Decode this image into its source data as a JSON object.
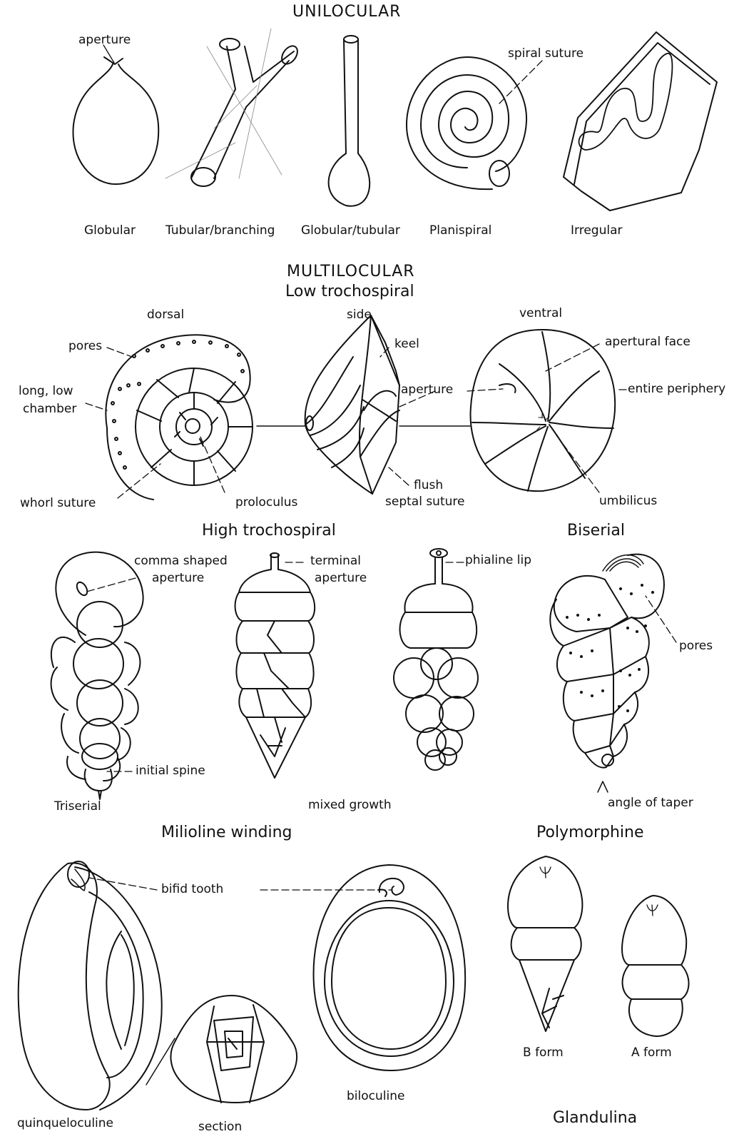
{
  "unilocular": {
    "heading": "UNILOCULAR",
    "callouts": {
      "aperture": "aperture",
      "spiral_suture": "spiral suture"
    },
    "captions": [
      "Globular",
      "Tubular/branching",
      "Globular/tubular",
      "Planispiral",
      "Irregular"
    ]
  },
  "multilocular": {
    "heading": "MULTILOCULAR",
    "low_trochospiral": {
      "title": "Low trochospiral",
      "views": {
        "dorsal": "dorsal",
        "side": "side",
        "ventral": "ventral"
      },
      "callouts": {
        "pores": "pores",
        "long_low_chamber_1": "long, low",
        "long_low_chamber_2": "chamber",
        "whorl_suture": "whorl suture",
        "proloculus": "proloculus",
        "keel": "keel",
        "aperture": "aperture",
        "flush": "flush",
        "septal_suture": "septal suture",
        "apertural_face": "apertural face",
        "entire_periphery": "entire periphery",
        "umbilicus": "umbilicus"
      }
    },
    "high_trochospiral": {
      "title": "High trochospiral",
      "callouts": {
        "comma_shaped_1": "comma shaped",
        "comma_shaped_2": "aperture",
        "initial_spine": "initial spine",
        "terminal_1": "terminal",
        "terminal_2": "aperture",
        "phialine_lip": "phialine lip"
      },
      "captions": {
        "triserial": "Triserial",
        "mixed_growth": "mixed growth"
      }
    },
    "biserial": {
      "title": "Biserial",
      "callouts": {
        "pores": "pores",
        "angle_of_taper": "angle of taper"
      }
    },
    "milioline": {
      "title": "Milioline winding",
      "callouts": {
        "bifid_tooth": "bifid tooth"
      },
      "captions": {
        "quinqueloculine": "quinqueloculine",
        "section": "section",
        "biloculine": "biloculine"
      }
    },
    "polymorphine": {
      "title": "Polymorphine",
      "captions": {
        "b_form": "B form",
        "a_form": "A form",
        "glandulina": "Glandulina"
      }
    }
  }
}
